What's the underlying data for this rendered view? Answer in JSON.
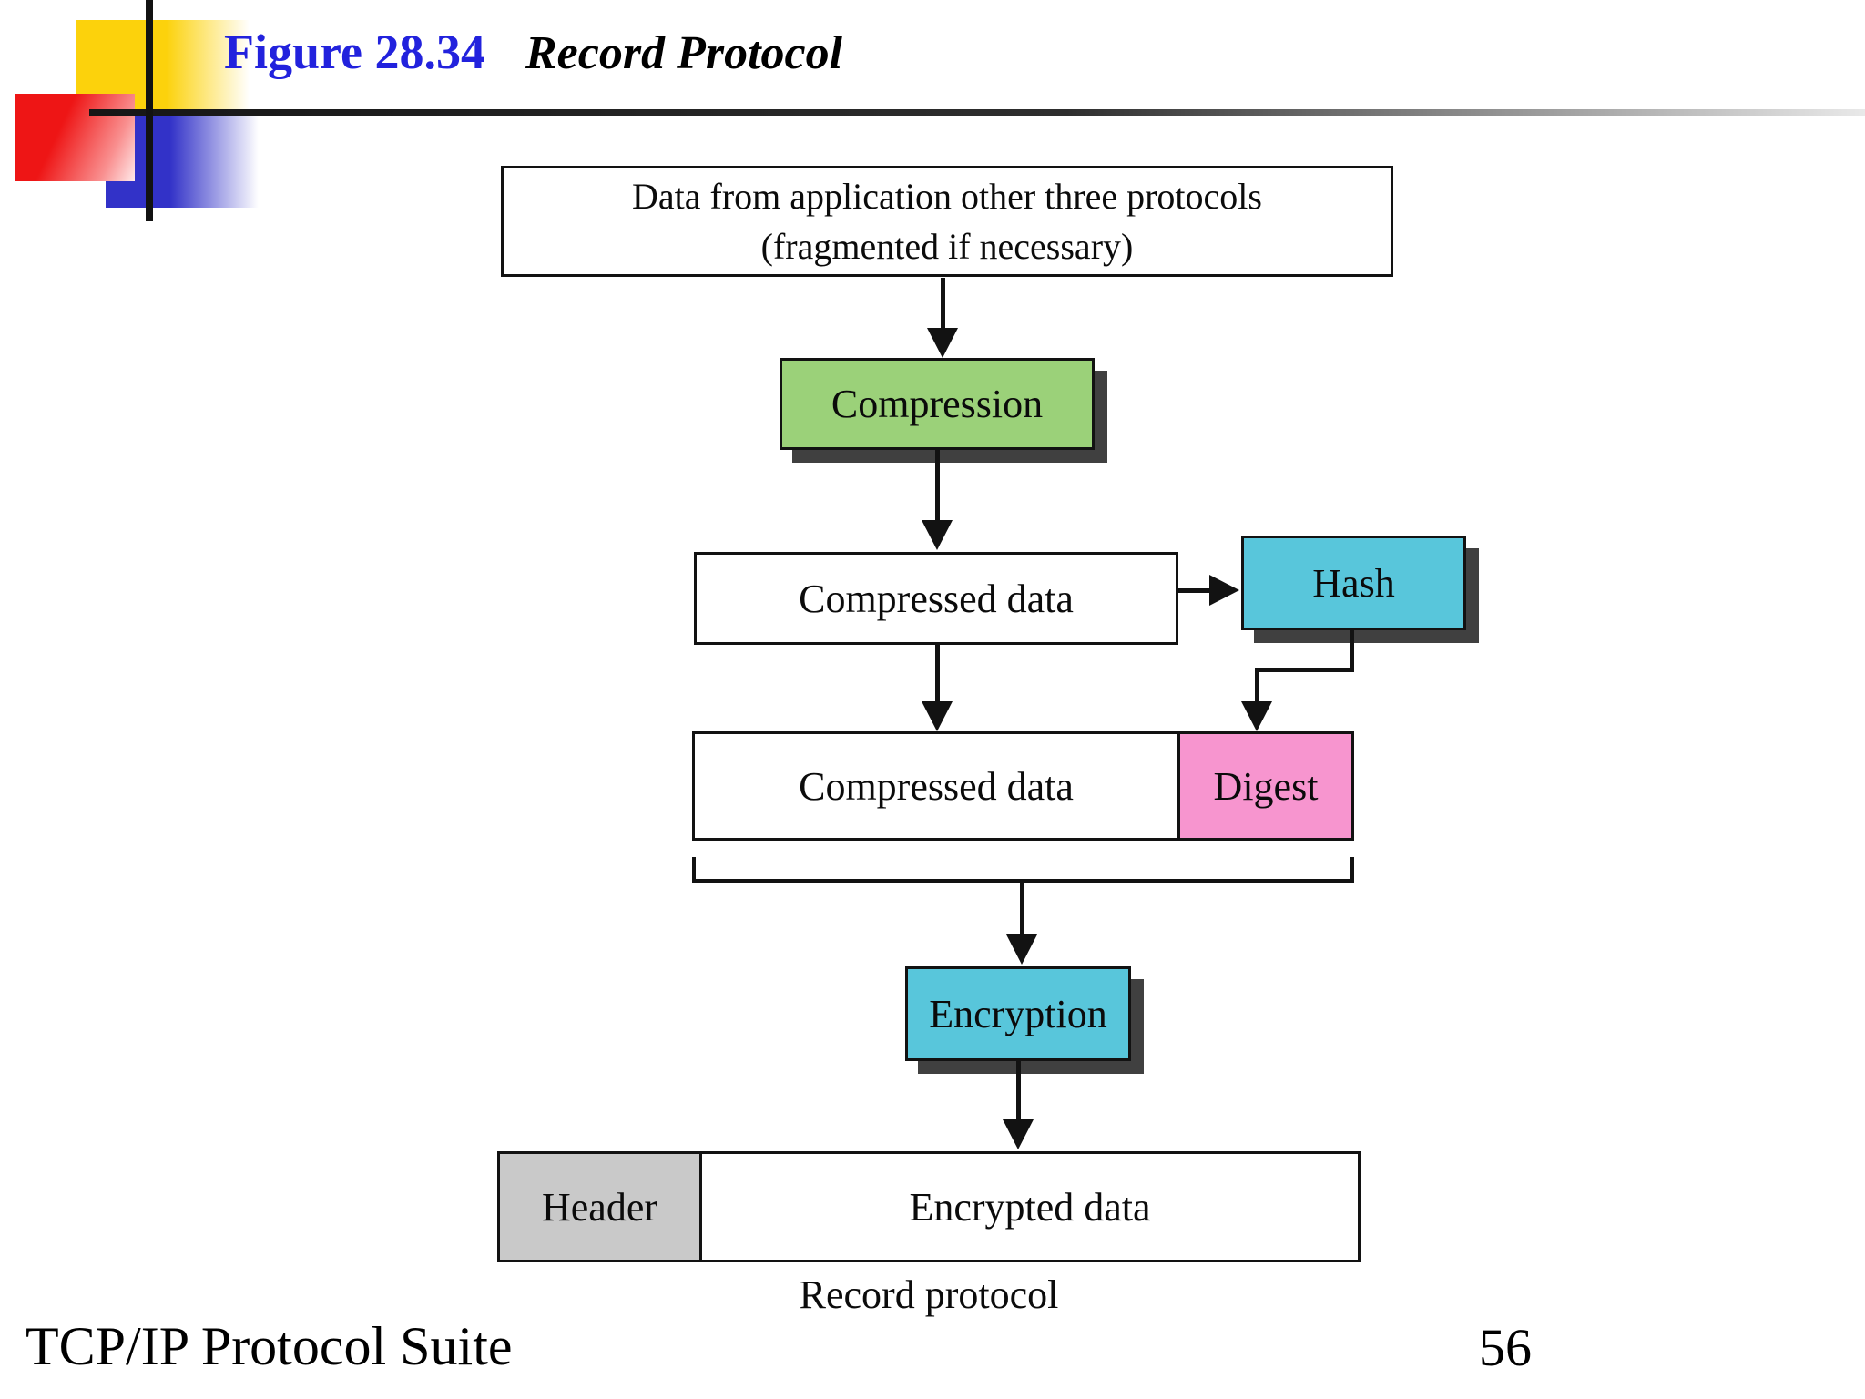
{
  "header": {
    "figure_label": "Figure 28.34",
    "figure_title": "Record Protocol"
  },
  "diagram": {
    "source_box_line1": "Data from application other three protocols",
    "source_box_line2": "(fragmented if necessary)",
    "compression": "Compression",
    "compressed_data_1": "Compressed data",
    "hash": "Hash",
    "compressed_data_2": "Compressed data",
    "digest": "Digest",
    "encryption": "Encryption",
    "header_cell": "Header",
    "encrypted_data_cell": "Encrypted data",
    "caption": "Record protocol"
  },
  "footer": {
    "book_title": "TCP/IP Protocol Suite",
    "page_number": "56"
  },
  "colors": {
    "title_blue": "#2222dd",
    "compression_green": "#9bd179",
    "process_cyan": "#58c6db",
    "digest_pink": "#f795cf",
    "header_gray": "#c9c9c9",
    "shadow_dark": "#404040",
    "deco_yellow": "#fcd20c",
    "deco_red": "#ee1515",
    "deco_blue": "#3232c8"
  }
}
